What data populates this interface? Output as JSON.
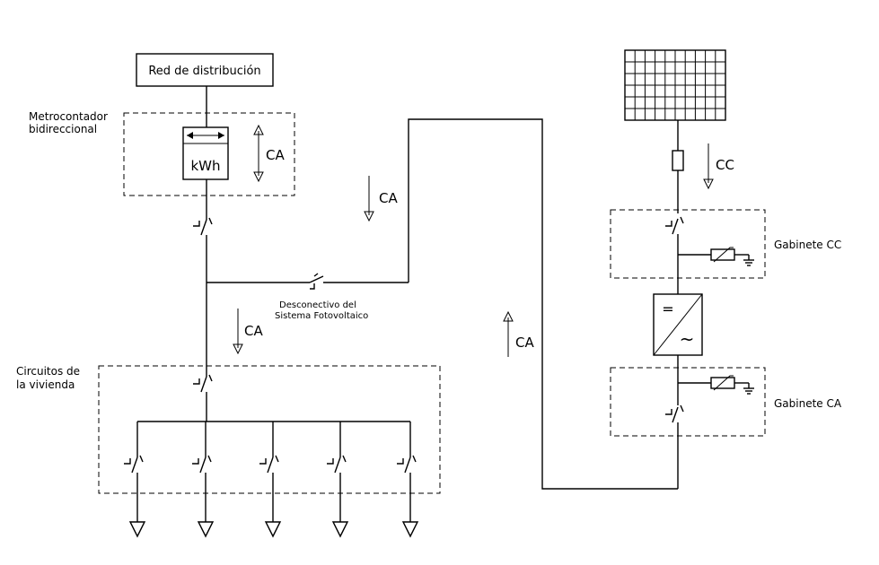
{
  "labels": {
    "grid": "Red de distribución",
    "meter_title_1": "Metrocontador",
    "meter_title_2": "bidireccional",
    "meter_unit": "kWh",
    "disconnect_1": "Desconectivo del",
    "disconnect_2": "Sistema Fotovoltaico",
    "circuits_1": "Circuitos de",
    "circuits_2": "la vivienda",
    "cabinet_dc": "Gabinete CC",
    "cabinet_ac": "Gabinete CA",
    "ac": "CA",
    "dc": "CC",
    "inverter_dc_symbol": "=",
    "inverter_ac_symbol": "~"
  },
  "circuits_count": 5
}
